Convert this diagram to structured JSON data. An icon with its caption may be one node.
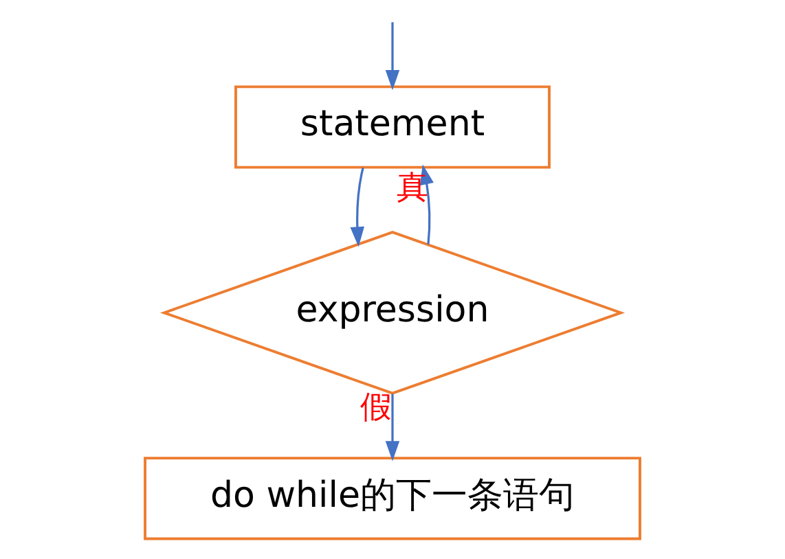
{
  "diagram": {
    "nodes": [
      {
        "text": [
          "statement"
        ]
      },
      {
        "text": [
          "expression"
        ]
      },
      {
        "text": [
          "do while的下一条语句"
        ]
      }
    ],
    "edges": [
      {
        "from": null,
        "to": 0,
        "arrow": "to"
      },
      {
        "from": 0,
        "to": 1,
        "arrow": "to"
      },
      {
        "from": 1,
        "to": 0,
        "arrow": "to",
        "label": "真"
      },
      {
        "from": 1,
        "to": 2,
        "arrow": "to",
        "label": "假"
      }
    ]
  }
}
